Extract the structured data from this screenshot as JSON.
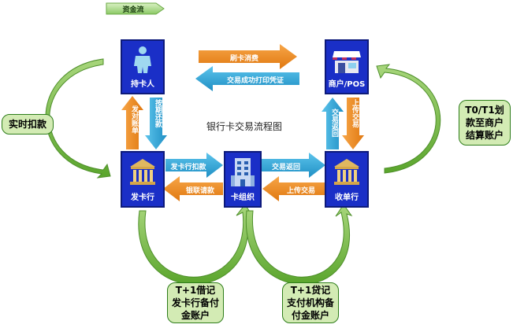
{
  "legend": {
    "label": "资金流"
  },
  "title": "银行卡交易流程图",
  "nodes": {
    "cardholder": "持卡人",
    "merchant": "商户/POS",
    "issuer": "发卡行",
    "network": "卡组织",
    "acquirer": "收单行"
  },
  "arrows": {
    "swipe": "刷卡消费",
    "receipt": "交易成功打印凭证",
    "billing": "发对账单",
    "repay": "按期还款",
    "txn_return_v": "交易返回",
    "upload_v": "上传交易",
    "issuer_debit": "发卡行扣款",
    "unionpay_settle": "银联请款",
    "txn_return_h": "交易返回",
    "upload_h": "上传交易"
  },
  "callouts": {
    "realtime": "实时扣款",
    "settle": "T0/T1划款至商户结算账户",
    "debit_reserve": "T+1借记发卡行备付金账户",
    "credit_reserve": "T+1贷记支付机构备付金账户"
  },
  "colors": {
    "blue_box": "#1a2fc7",
    "orange_arrow": "#f08a1e",
    "blue_arrow": "#2aa3d6",
    "green_curve": "#6db33f",
    "callout_fill": "#d3ebb4"
  }
}
